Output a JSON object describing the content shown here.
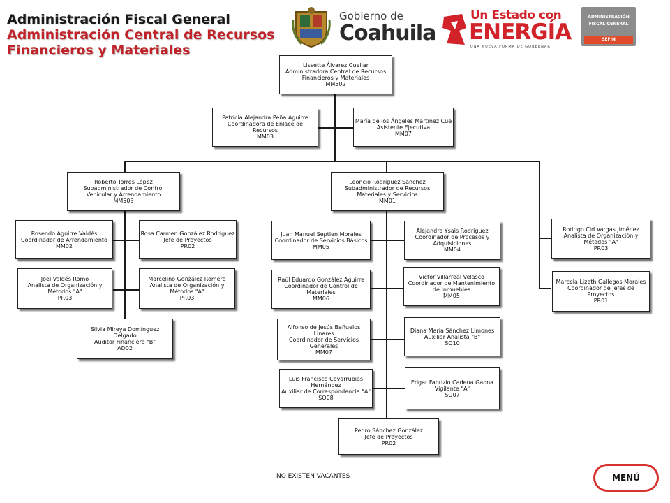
{
  "header": {
    "title_1": "Administración Fiscal General",
    "title_2": "Administración Central de Recursos",
    "title_3": "Financieros y Materiales"
  },
  "logos": {
    "coahuila_small": "Gobierno de",
    "coahuila_big": "Coahuila",
    "energia_small": "Un Estado con",
    "energia_big": "ENERGÍA",
    "energia_tagline": "UNA NUEVA FORMA DE GOBERNAR",
    "sefin_line_1": "ADMINISTRACIÓN",
    "sefin_line_2": "FISCAL GENERAL",
    "sefin_tag": "SEFIN",
    "colors": {
      "red": "#d2232a",
      "sefin_gray": "#8c8c8c",
      "sefin_orange": "#e04a2a"
    }
  },
  "chart": {
    "boxes": [
      {
        "id": "root",
        "lines": [
          "Lissette Álvarez Cuellar",
          "Administradora Central de Recursos",
          "Financieros y Materiales",
          "MM502"
        ]
      },
      {
        "id": "patricia",
        "lines": [
          "Patricia Alejandra Peña Aguirre",
          "Coordinadora de Enlace de",
          "Recursos",
          "MM03"
        ]
      },
      {
        "id": "maria",
        "lines": [
          "María de los Ángeles Martínez Cue",
          "Asistente Ejecutiva",
          "MM07"
        ]
      },
      {
        "id": "roberto",
        "lines": [
          "Roberto Torres López",
          "Subadministrador de Control",
          "Vehicular y Arrendamiento",
          "MM503"
        ]
      },
      {
        "id": "leoncio",
        "lines": [
          "Leoncio Rodríguez Sánchez",
          "Subadministrador de Recursos",
          "Materiales y Servicios",
          "MM01"
        ]
      },
      {
        "id": "rosendo",
        "lines": [
          "Rosendo Aguirre Valdés",
          "Coordinador de Arrendamiento",
          "MM02"
        ]
      },
      {
        "id": "rosa",
        "lines": [
          "Rosa Carmen González Rodríguez",
          "Jefe de Proyectos",
          "PR02"
        ]
      },
      {
        "id": "joel",
        "lines": [
          "Joel Valdés Romo",
          "Analista de Organización y",
          "Métodos \"A\"",
          "PR03"
        ]
      },
      {
        "id": "marcelino",
        "lines": [
          "Marcelino González Romero",
          "Analista de Organización y",
          "Métodos \"A\"",
          "PR03"
        ]
      },
      {
        "id": "silvia",
        "lines": [
          "Silvia Mireya Domínguez",
          "Delgado",
          "Auditor Financiero \"B\"",
          "AD02"
        ]
      },
      {
        "id": "juan",
        "lines": [
          "Juan Manuel Septien Morales",
          "Coordinador de Servicios Básicos",
          "MM05"
        ]
      },
      {
        "id": "alejandro",
        "lines": [
          "Alejandro Ysais Rodríguez",
          "Coordinador de Procesos y",
          "Adquisiciones",
          "MM04"
        ]
      },
      {
        "id": "raul",
        "lines": [
          "Raúl Eduardo González Aguirre",
          "Coordinador de Control de",
          "Materiales",
          "MM06"
        ]
      },
      {
        "id": "victor",
        "lines": [
          "Víctor Villarreal Velasco",
          "Coordinador de Mantenimiento",
          "de Inmuebles",
          "MM05"
        ]
      },
      {
        "id": "alfonso",
        "lines": [
          "Alfonso de Jesús Bañuelos",
          "Linares",
          "Coordinador de Servicios",
          "Generales",
          "MM07"
        ]
      },
      {
        "id": "diana",
        "lines": [
          "Diana María Sánchez Limones",
          "Auxiliar Analista \"B\"",
          "SO10"
        ]
      },
      {
        "id": "luis",
        "lines": [
          "Luis Francisco Covarrubias",
          "Hernández",
          "Auxiliar de Correspondencia \"A\"",
          "SO08"
        ]
      },
      {
        "id": "edgar",
        "lines": [
          "Edgar Fabrizio Cadena Gaona",
          "Vigilante \"A\"",
          "SO07"
        ]
      },
      {
        "id": "pedro",
        "lines": [
          "Pedro Sánchez González",
          "Jefe de Proyectos",
          "PR02"
        ]
      },
      {
        "id": "rodrigo",
        "lines": [
          "Rodrigo Cid Vargas Jiménez",
          "Analista de Organización y",
          "Métodos \"A\"",
          "PR03"
        ]
      },
      {
        "id": "marcela",
        "lines": [
          "Marcela Lizeth Gallegos Morales",
          "Coordinador de Jefes de",
          "Proyectos",
          "PR01"
        ]
      }
    ]
  },
  "footer": {
    "note": "NO EXISTEN VACANTES",
    "menu_label": "MENÚ",
    "menu_color": "#d7322f"
  }
}
